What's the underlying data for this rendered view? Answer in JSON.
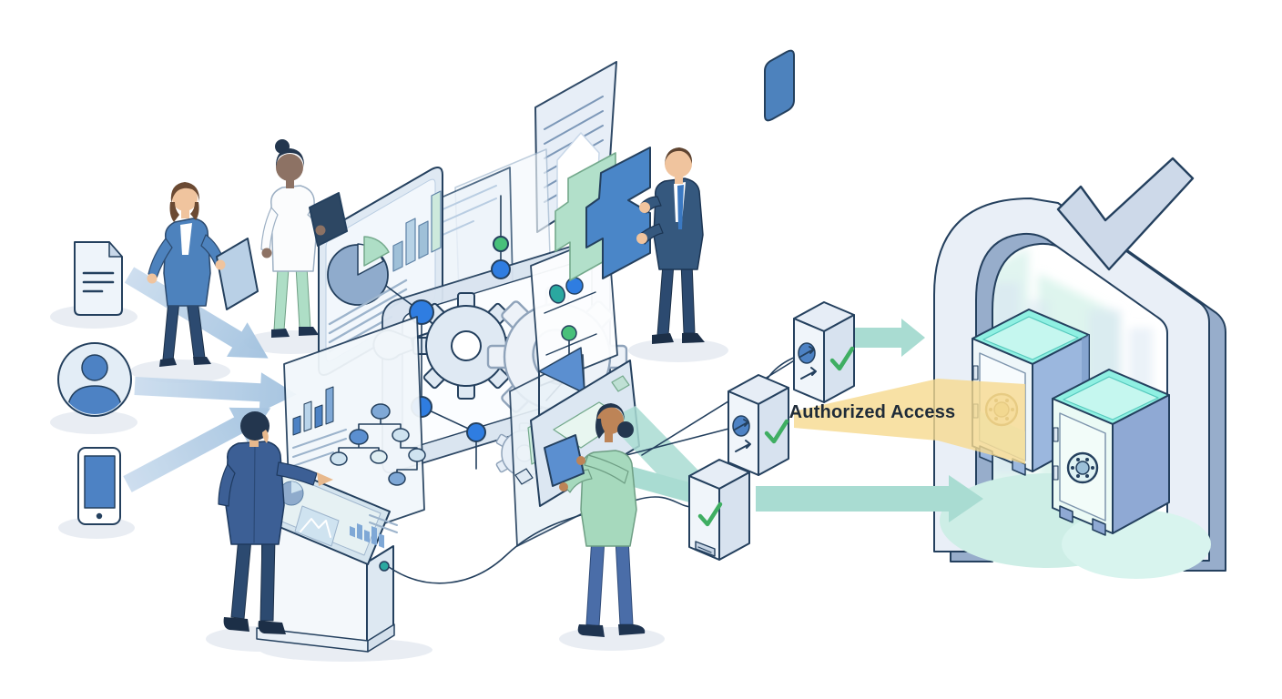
{
  "beam": {
    "label": "Authorized Access"
  },
  "colors": {
    "navy": "#24405e",
    "outline-soft": "#8fa3ba",
    "panel-light": "#eef4fa",
    "panel-mid": "#dfe9f3",
    "panel-border": "#c9d8e9",
    "white": "#ffffff",
    "accent-blue": "#4d82c4",
    "bright-blue": "#2f7de1",
    "slate-blue": "#8fabcc",
    "mid-blue": "#7fa8d6",
    "pale-blue": "#cfe3f0",
    "mint": "#aedec6",
    "mint-deep": "#74a98c",
    "teal": "#a9dcd2",
    "teal-dot": "#2aa8a0",
    "glow-teal": "#cdeee6",
    "cyan-top": "#8ff0e2",
    "cyan-pale": "#c5f7ef",
    "yellow": "#f6d98f",
    "green": "#3fae62",
    "green-dot": "#48c07a",
    "skin": "#f0c49e",
    "skin-shade": "#e8b98d",
    "skin-dark": "#8d7264",
    "skin-tan": "#bd8457",
    "hair-brown": "#6b4a33",
    "hair-chestnut": "#5f4430",
    "hair-dark": "#23364e",
    "suit": "#35587e",
    "suit-bright": "#3c5f95",
    "jacket-blue": "#4d82bd",
    "pants": "#2c4a70",
    "jeans": "#4a6da8",
    "tablet-navy": "#2d4763",
    "shadow": "#e9edf3",
    "arch-front": "#e9eff7",
    "arch-side": "#97adcb",
    "check-fill": "#cdd9e9",
    "vault-side": "#9bb7de",
    "vault-front": "#eef6f9",
    "dial-gold": "#a98f56",
    "label-ink": "#1f2b38"
  },
  "inputs": {
    "icons": [
      {
        "name": "document-icon"
      },
      {
        "name": "user-icon"
      },
      {
        "name": "mobile-device-icon"
      }
    ]
  },
  "people": [
    "woman-with-clipboard",
    "woman-presenting-tablet",
    "man-with-puzzle-piece",
    "man-at-kiosk",
    "woman-with-tablet-at-board"
  ],
  "processing": {
    "elements": [
      "analytics-screen",
      "pie-chart",
      "bar-chart",
      "gears",
      "flowchart-nodes",
      "toggle-dots-panel",
      "document-sheet",
      "puzzle-pieces",
      "map-board",
      "kiosk"
    ]
  },
  "checkpoints": [
    {
      "icons": [
        "lens-icon",
        "check-icon",
        "arrow-icon"
      ]
    },
    {
      "icons": [
        "lens-icon",
        "check-icon",
        "arrow-icon"
      ]
    },
    {
      "icons": [
        "check-icon",
        "output-slot"
      ]
    }
  ],
  "vault": {
    "icons": [
      "checkmark-icon",
      "dial-lock-icon",
      "dial-lock-icon"
    ]
  }
}
